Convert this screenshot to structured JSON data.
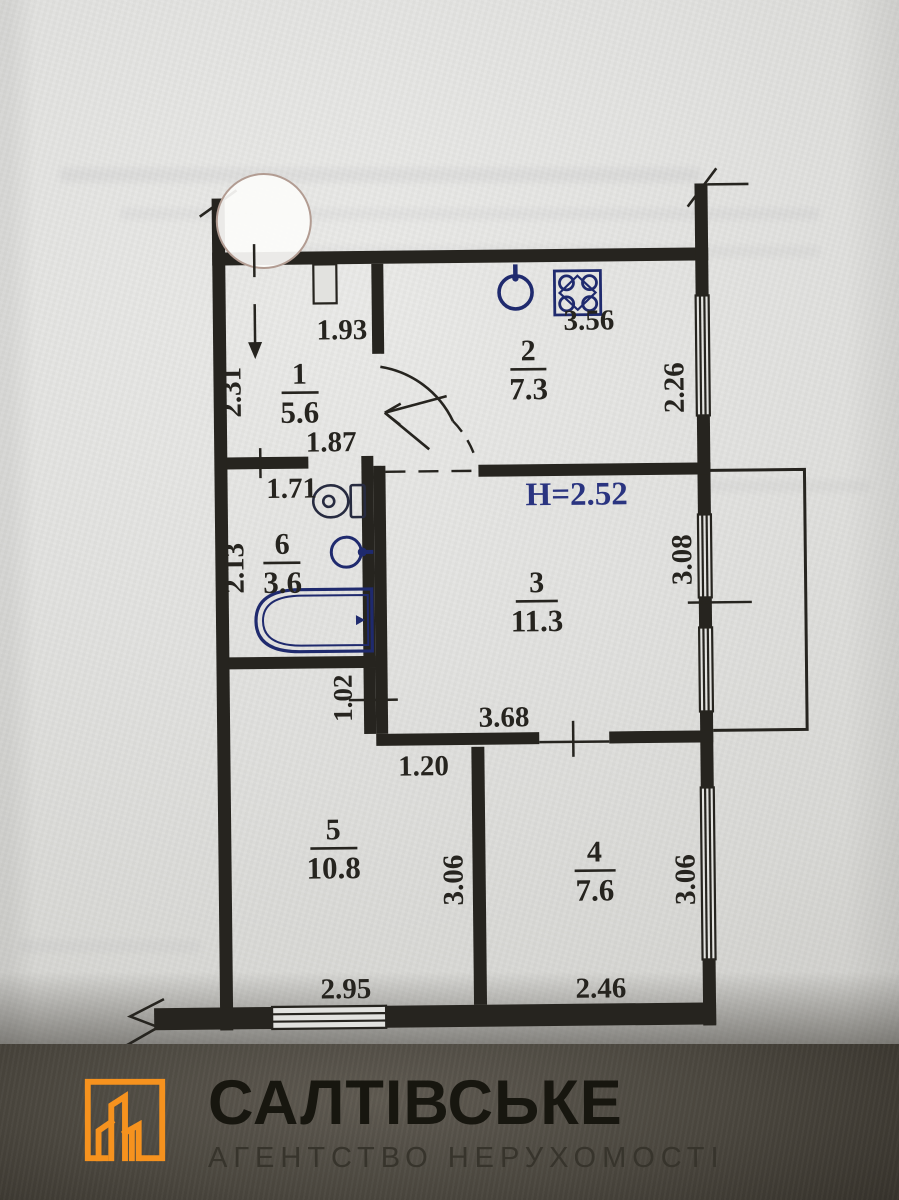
{
  "plan": {
    "ceiling_height": "H=2.52",
    "rooms": [
      {
        "num": "1",
        "area": "5.6"
      },
      {
        "num": "2",
        "area": "7.3"
      },
      {
        "num": "3",
        "area": "11.3"
      },
      {
        "num": "4",
        "area": "7.6"
      },
      {
        "num": "5",
        "area": "10.8"
      },
      {
        "num": "6",
        "area": "3.6"
      }
    ],
    "dims": {
      "r1_top": "1.93",
      "r1_left": "2.31",
      "r1_bottom": "1.87",
      "r6_top": "1.71",
      "r6_left": "2.13",
      "r2_top": "3.56",
      "r2_right": "2.26",
      "r3_right": "3.08",
      "r3_bottom": "3.68",
      "hall_left": "1.02",
      "r5_top": "1.20",
      "r5_right": "3.06",
      "r5_bottom": "2.95",
      "r4_right": "3.06",
      "r4_bottom": "2.46"
    },
    "ink_color": "#26241f",
    "fixture_color": "#1f2a6e",
    "height_note_color": "#2a3480"
  },
  "footer": {
    "brand": "САЛТІВСЬКЕ",
    "tagline": "АГЕНТСТВО НЕРУХОМОСТІ",
    "logo_color": "#F6921E"
  }
}
